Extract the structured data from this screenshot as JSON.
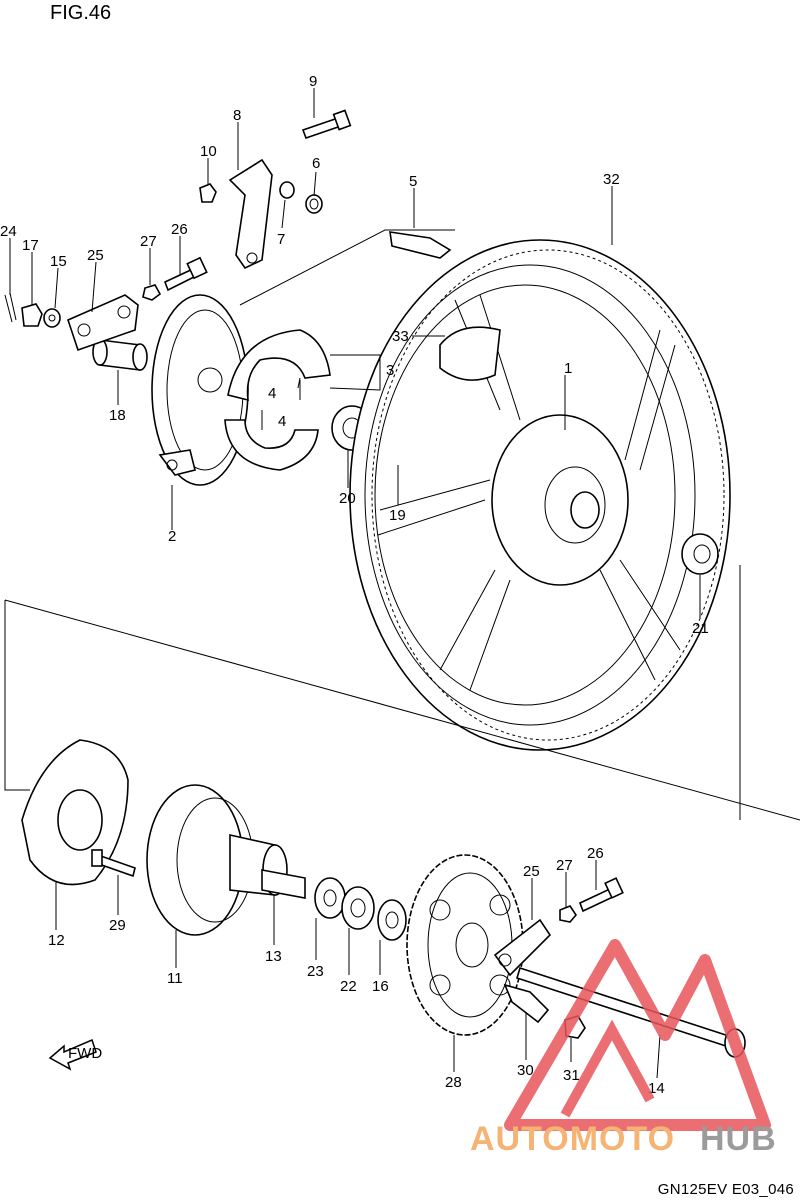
{
  "figure_title": "FIG.46",
  "drawing_code": "GN125EV E03_046",
  "direction_marker": "FWD",
  "watermark": {
    "brand_left": "AUTOMOTO",
    "brand_right": "HUB",
    "color_left": "#f4a65c",
    "color_right": "#8a8a8a",
    "triangle_color": "#e8555a"
  },
  "callouts": [
    {
      "id": "c1",
      "label": "1"
    },
    {
      "id": "c2",
      "label": "2"
    },
    {
      "id": "c3",
      "label": "3"
    },
    {
      "id": "c4a",
      "label": "4"
    },
    {
      "id": "c4b",
      "label": "4"
    },
    {
      "id": "c5",
      "label": "5"
    },
    {
      "id": "c6",
      "label": "6"
    },
    {
      "id": "c7",
      "label": "7"
    },
    {
      "id": "c8",
      "label": "8"
    },
    {
      "id": "c9",
      "label": "9"
    },
    {
      "id": "c10",
      "label": "10"
    },
    {
      "id": "c11",
      "label": "11"
    },
    {
      "id": "c12",
      "label": "12"
    },
    {
      "id": "c13",
      "label": "13"
    },
    {
      "id": "c14",
      "label": "14"
    },
    {
      "id": "c15",
      "label": "15"
    },
    {
      "id": "c16",
      "label": "16"
    },
    {
      "id": "c17",
      "label": "17"
    },
    {
      "id": "c18",
      "label": "18"
    },
    {
      "id": "c19",
      "label": "19"
    },
    {
      "id": "c20",
      "label": "20"
    },
    {
      "id": "c21",
      "label": "21"
    },
    {
      "id": "c22",
      "label": "22"
    },
    {
      "id": "c23",
      "label": "23"
    },
    {
      "id": "c24",
      "label": "24"
    },
    {
      "id": "c25a",
      "label": "25"
    },
    {
      "id": "c25b",
      "label": "25"
    },
    {
      "id": "c26a",
      "label": "26"
    },
    {
      "id": "c26b",
      "label": "26"
    },
    {
      "id": "c27a",
      "label": "27"
    },
    {
      "id": "c27b",
      "label": "27"
    },
    {
      "id": "c28",
      "label": "28"
    },
    {
      "id": "c29",
      "label": "29"
    },
    {
      "id": "c30",
      "label": "30"
    },
    {
      "id": "c31",
      "label": "31"
    },
    {
      "id": "c32",
      "label": "32"
    },
    {
      "id": "c33",
      "label": "33"
    }
  ]
}
